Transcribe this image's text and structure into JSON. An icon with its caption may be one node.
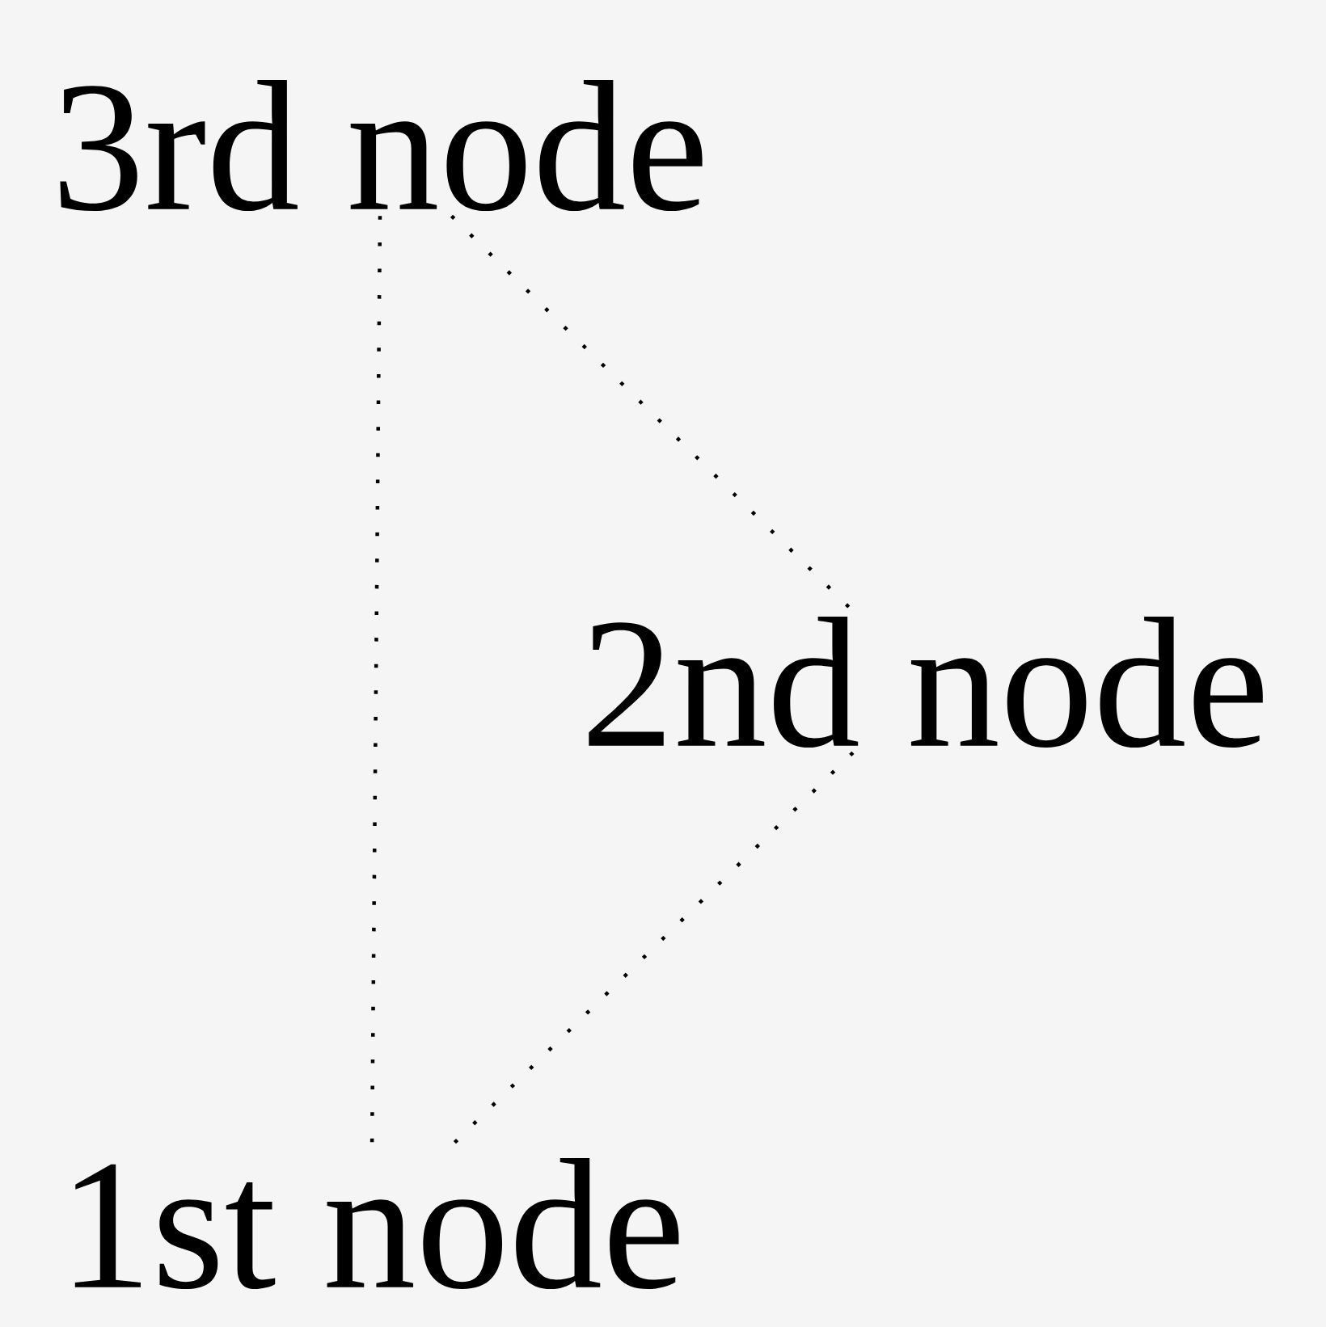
{
  "diagram": {
    "nodes": [
      {
        "text": [
          "3rd node"
        ]
      },
      {
        "text": [
          "2nd node"
        ]
      },
      {
        "text": [
          "1st node"
        ]
      }
    ],
    "edges": [
      {
        "from": 0,
        "to": 1,
        "arrow": "none"
      },
      {
        "from": 1,
        "to": 2,
        "arrow": "none"
      },
      {
        "from": 0,
        "to": 2,
        "arrow": "none"
      }
    ]
  }
}
